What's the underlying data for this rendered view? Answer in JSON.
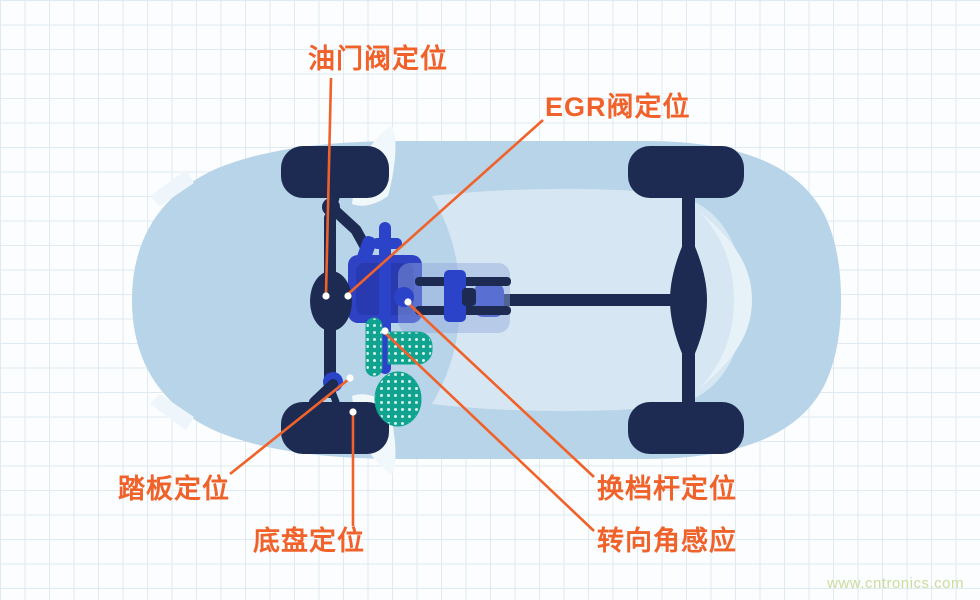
{
  "diagram": {
    "type": "automotive-sensor-position-top-view",
    "labels": {
      "throttle": "油门阀定位",
      "egr": "EGR阀定位",
      "pedal": "踏板定位",
      "chassis": "底盘定位",
      "shift": "换档杆定位",
      "steering": "转向角感应"
    }
  },
  "watermark": "www.cntronics.com",
  "colors": {
    "label_orange": "#f0622a",
    "car_body_blue": "#b7d4e9",
    "cabin_light_blue": "#d6e7f3",
    "component_navy": "#1d2a52",
    "component_blue": "#2b43c8",
    "component_teal": "#0fa390",
    "watermark_green": "#ccdc9e",
    "grid_line": "#dfeaf2",
    "background": "#fbfdfe"
  }
}
